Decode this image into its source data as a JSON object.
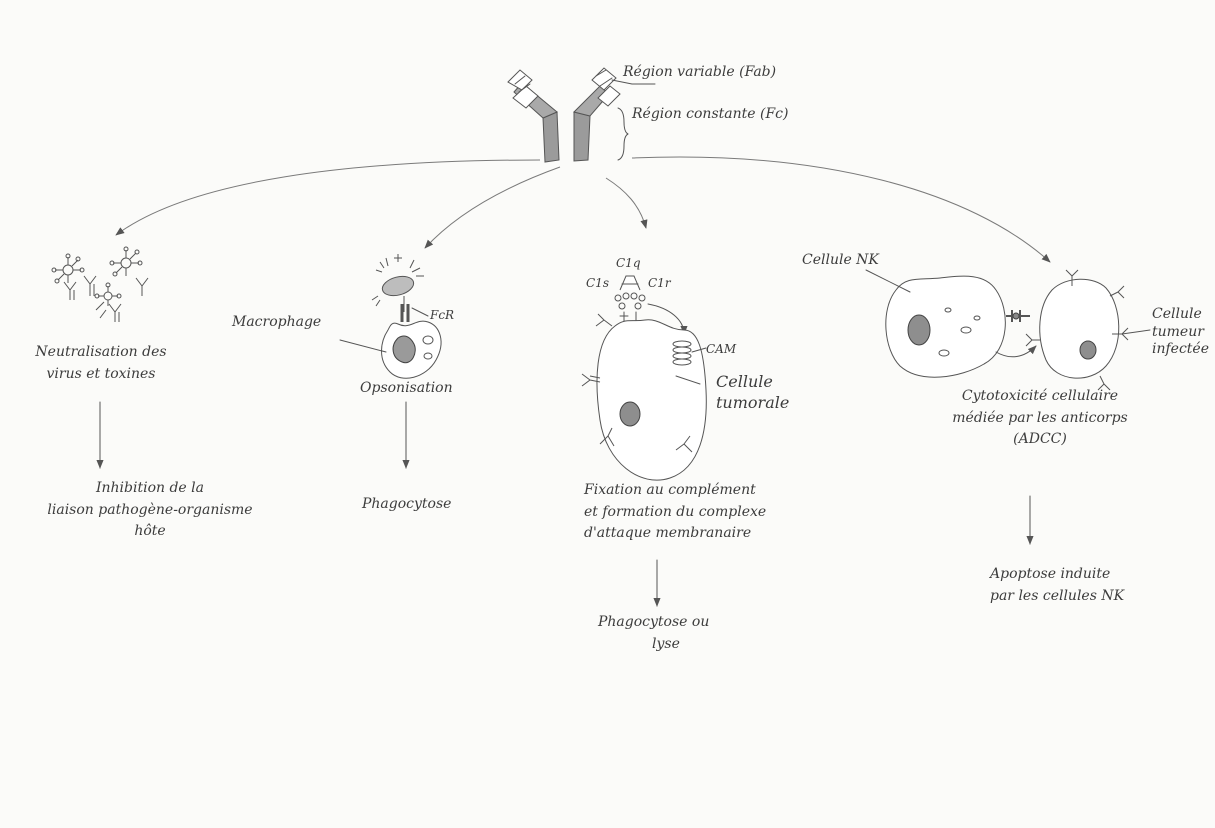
{
  "antibody": {
    "variable_label": "Région variable (Fab)",
    "constant_label": "Région constante (Fc)"
  },
  "pathways": [
    {
      "name": "Neutralisation des virus et toxines",
      "effect_lines": [
        "Neutralisation des",
        "virus et toxines"
      ],
      "outcome_lines": [
        "Inhibition de la",
        "liaison pathogène-organisme",
        "hôte"
      ]
    },
    {
      "cell_label": "Macrophage",
      "receptor_label": "FcR",
      "effect_lines": [
        "Opsonisation"
      ],
      "outcome_lines": [
        "Phagocytose"
      ]
    },
    {
      "labels": {
        "c1q": "C1q",
        "c1s": "C1s",
        "c1r": "C1r",
        "cam": "CAM",
        "cell": [
          "Cellule",
          "tumorale"
        ]
      },
      "effect_lines": [
        "Fixation au complément",
        "et formation du complexe",
        "d'attaque membranaire"
      ],
      "outcome_lines": [
        "Phagocytose ou",
        "lyse"
      ]
    },
    {
      "nk_label": "Cellule NK",
      "target_label_lines": [
        "Cellule",
        "tumeur",
        "infectée"
      ],
      "effect_lines": [
        "Cytotoxicité cellulaire",
        "médiée par les anticorps",
        "(ADCC)"
      ],
      "outcome_lines": [
        "Apoptose induite",
        "par les cellules NK"
      ]
    }
  ]
}
